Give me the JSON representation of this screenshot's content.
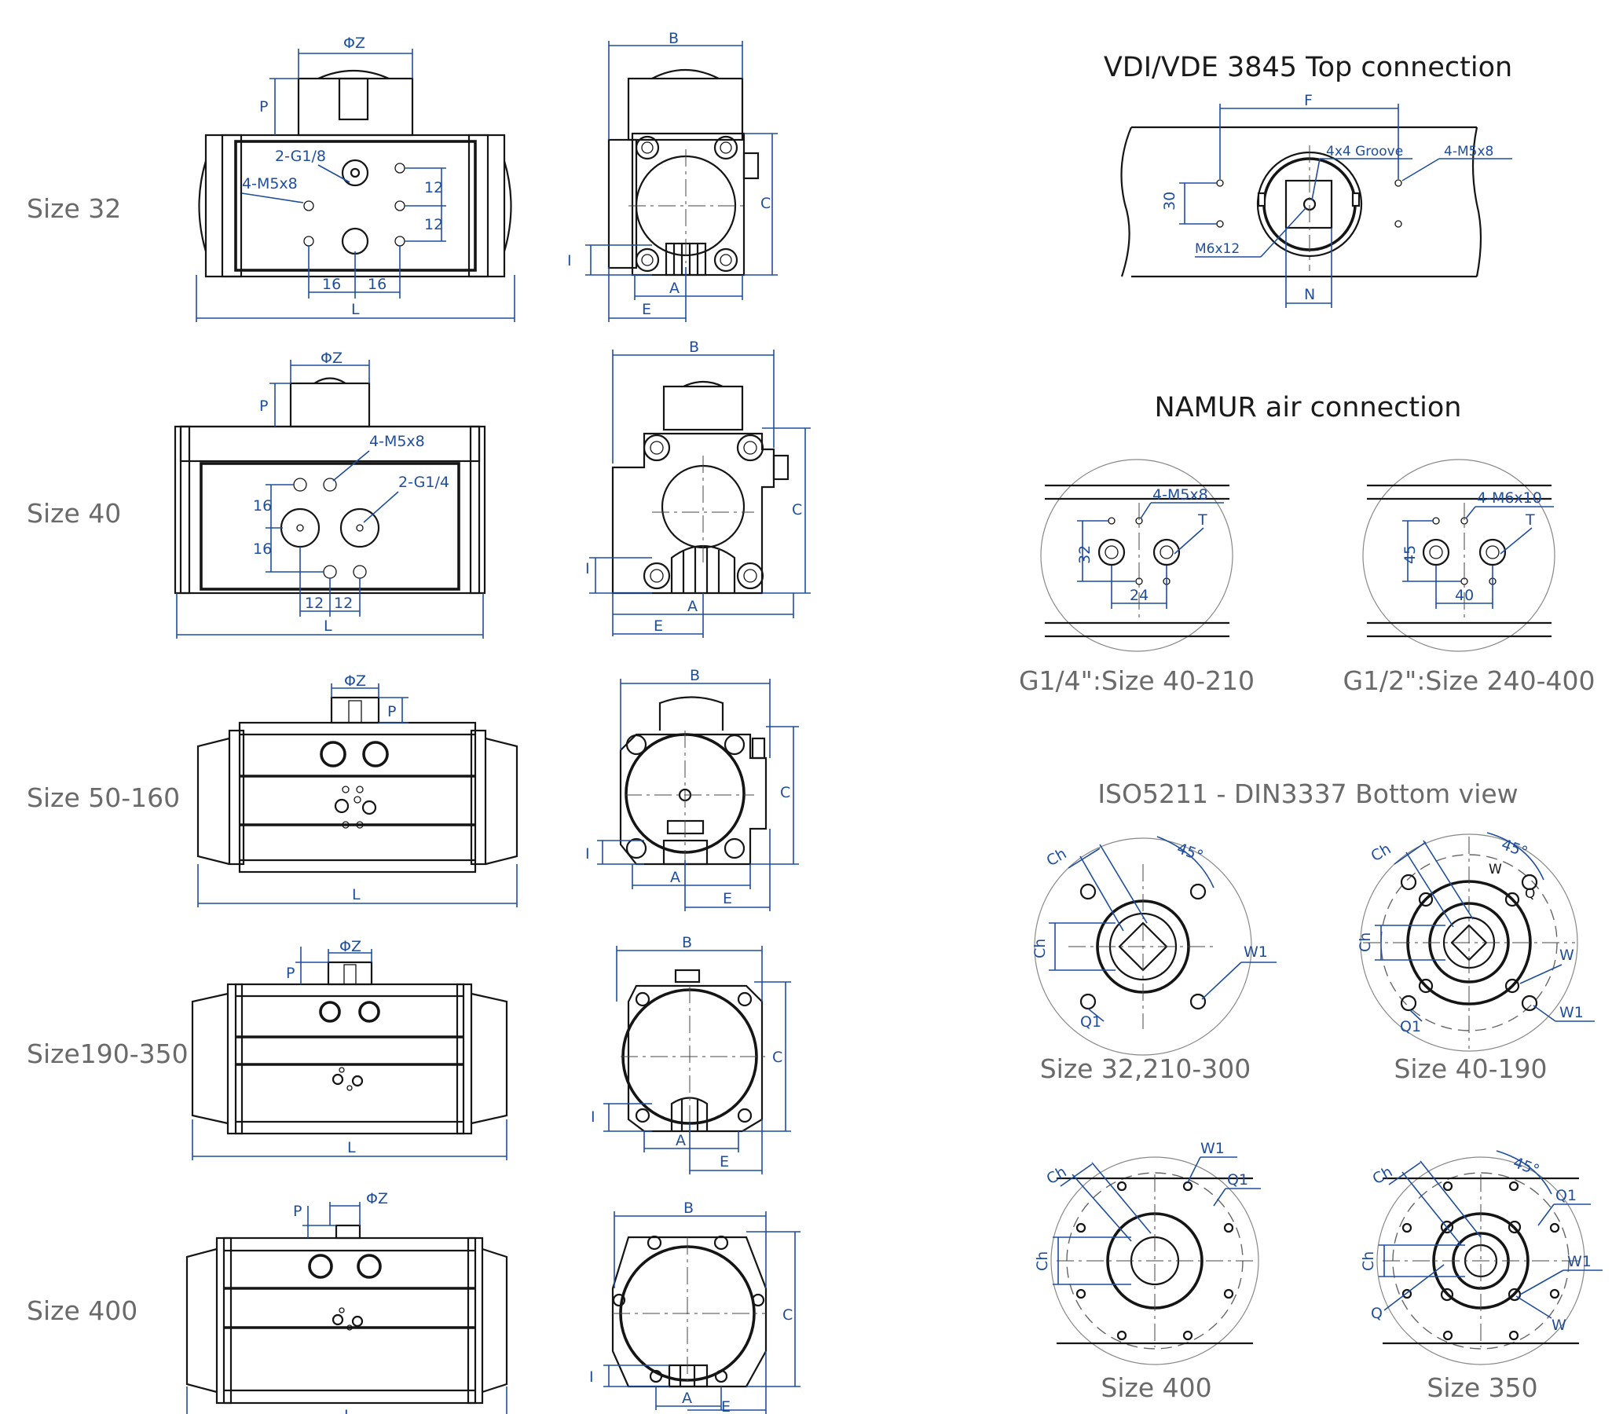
{
  "rows": [
    {
      "label": "Size 32"
    },
    {
      "label": "Size 40"
    },
    {
      "label": "Size 50-160"
    },
    {
      "label": "Size190-350"
    },
    {
      "label": "Size 400"
    }
  ],
  "top_connection": {
    "title": "VDI/VDE 3845 Top connection",
    "dims": {
      "F": "F",
      "groove": "4x4 Groove",
      "holes": "4-M5x8",
      "h30": "30",
      "center": "M6x12",
      "N": "N"
    }
  },
  "namur": {
    "title": "NAMUR air connection",
    "left": {
      "holes": "4-M5x8",
      "T": "T",
      "v": "32",
      "h": "24",
      "caption": "G1/4\":Size 40-210"
    },
    "right": {
      "holes": "4-M6x10",
      "T": "T",
      "v": "45",
      "h": "40",
      "caption": "G1/2\":Size 240-400"
    }
  },
  "bottom": {
    "title": "ISO5211 - DIN3337 Bottom view",
    "views": [
      {
        "caption": "Size 32,210-300",
        "labels": {
          "ch_a": "Ch",
          "ch_b": "Ch",
          "angle": "45°",
          "w1": "W1",
          "q1": "Q1"
        }
      },
      {
        "caption": "Size 40-190",
        "labels": {
          "ch_a": "Ch",
          "ch_b": "Ch",
          "angle": "45°",
          "w": "W",
          "q": "Q",
          "w_right": "W",
          "w1": "W1",
          "q1": "Q1"
        }
      },
      {
        "caption": "Size 400",
        "labels": {
          "ch_a": "Ch",
          "ch_b": "Ch",
          "w1": "W1",
          "q1": "Q1"
        }
      },
      {
        "caption": "Size 350",
        "labels": {
          "ch_a": "Ch",
          "ch_b": "Ch",
          "angle": "45°",
          "q1": "Q1",
          "w1": "W1",
          "q": "Q",
          "w": "W"
        }
      }
    ]
  },
  "dims": {
    "s32": {
      "phiz": "ΦZ",
      "p": "P",
      "port": "2-G1/8",
      "holes": "4-M5x8",
      "v1": "12",
      "v2": "12",
      "h1": "16",
      "h2": "16",
      "L": "L",
      "B": "B",
      "C": "C",
      "I": "I",
      "A": "A",
      "E": "E"
    },
    "s40": {
      "phiz": "ΦZ",
      "p": "P",
      "holes": "4-M5x8",
      "port": "2-G1/4",
      "v1": "16",
      "v2": "16",
      "h1": "12",
      "h2": "12",
      "L": "L",
      "B": "B",
      "C": "C",
      "I": "I",
      "A": "A",
      "E": "E"
    },
    "s50": {
      "phiz": "ΦZ",
      "p": "P",
      "L": "L",
      "B": "B",
      "C": "C",
      "I": "I",
      "A": "A",
      "E": "E"
    },
    "s190": {
      "phiz": "ΦZ",
      "p": "P",
      "L": "L",
      "B": "B",
      "C": "C",
      "I": "I",
      "A": "A",
      "E": "E"
    },
    "s400": {
      "phiz": "ΦZ",
      "p": "P",
      "L": "L",
      "B": "B",
      "C": "C",
      "I": "I",
      "A": "A",
      "E": "E"
    }
  }
}
